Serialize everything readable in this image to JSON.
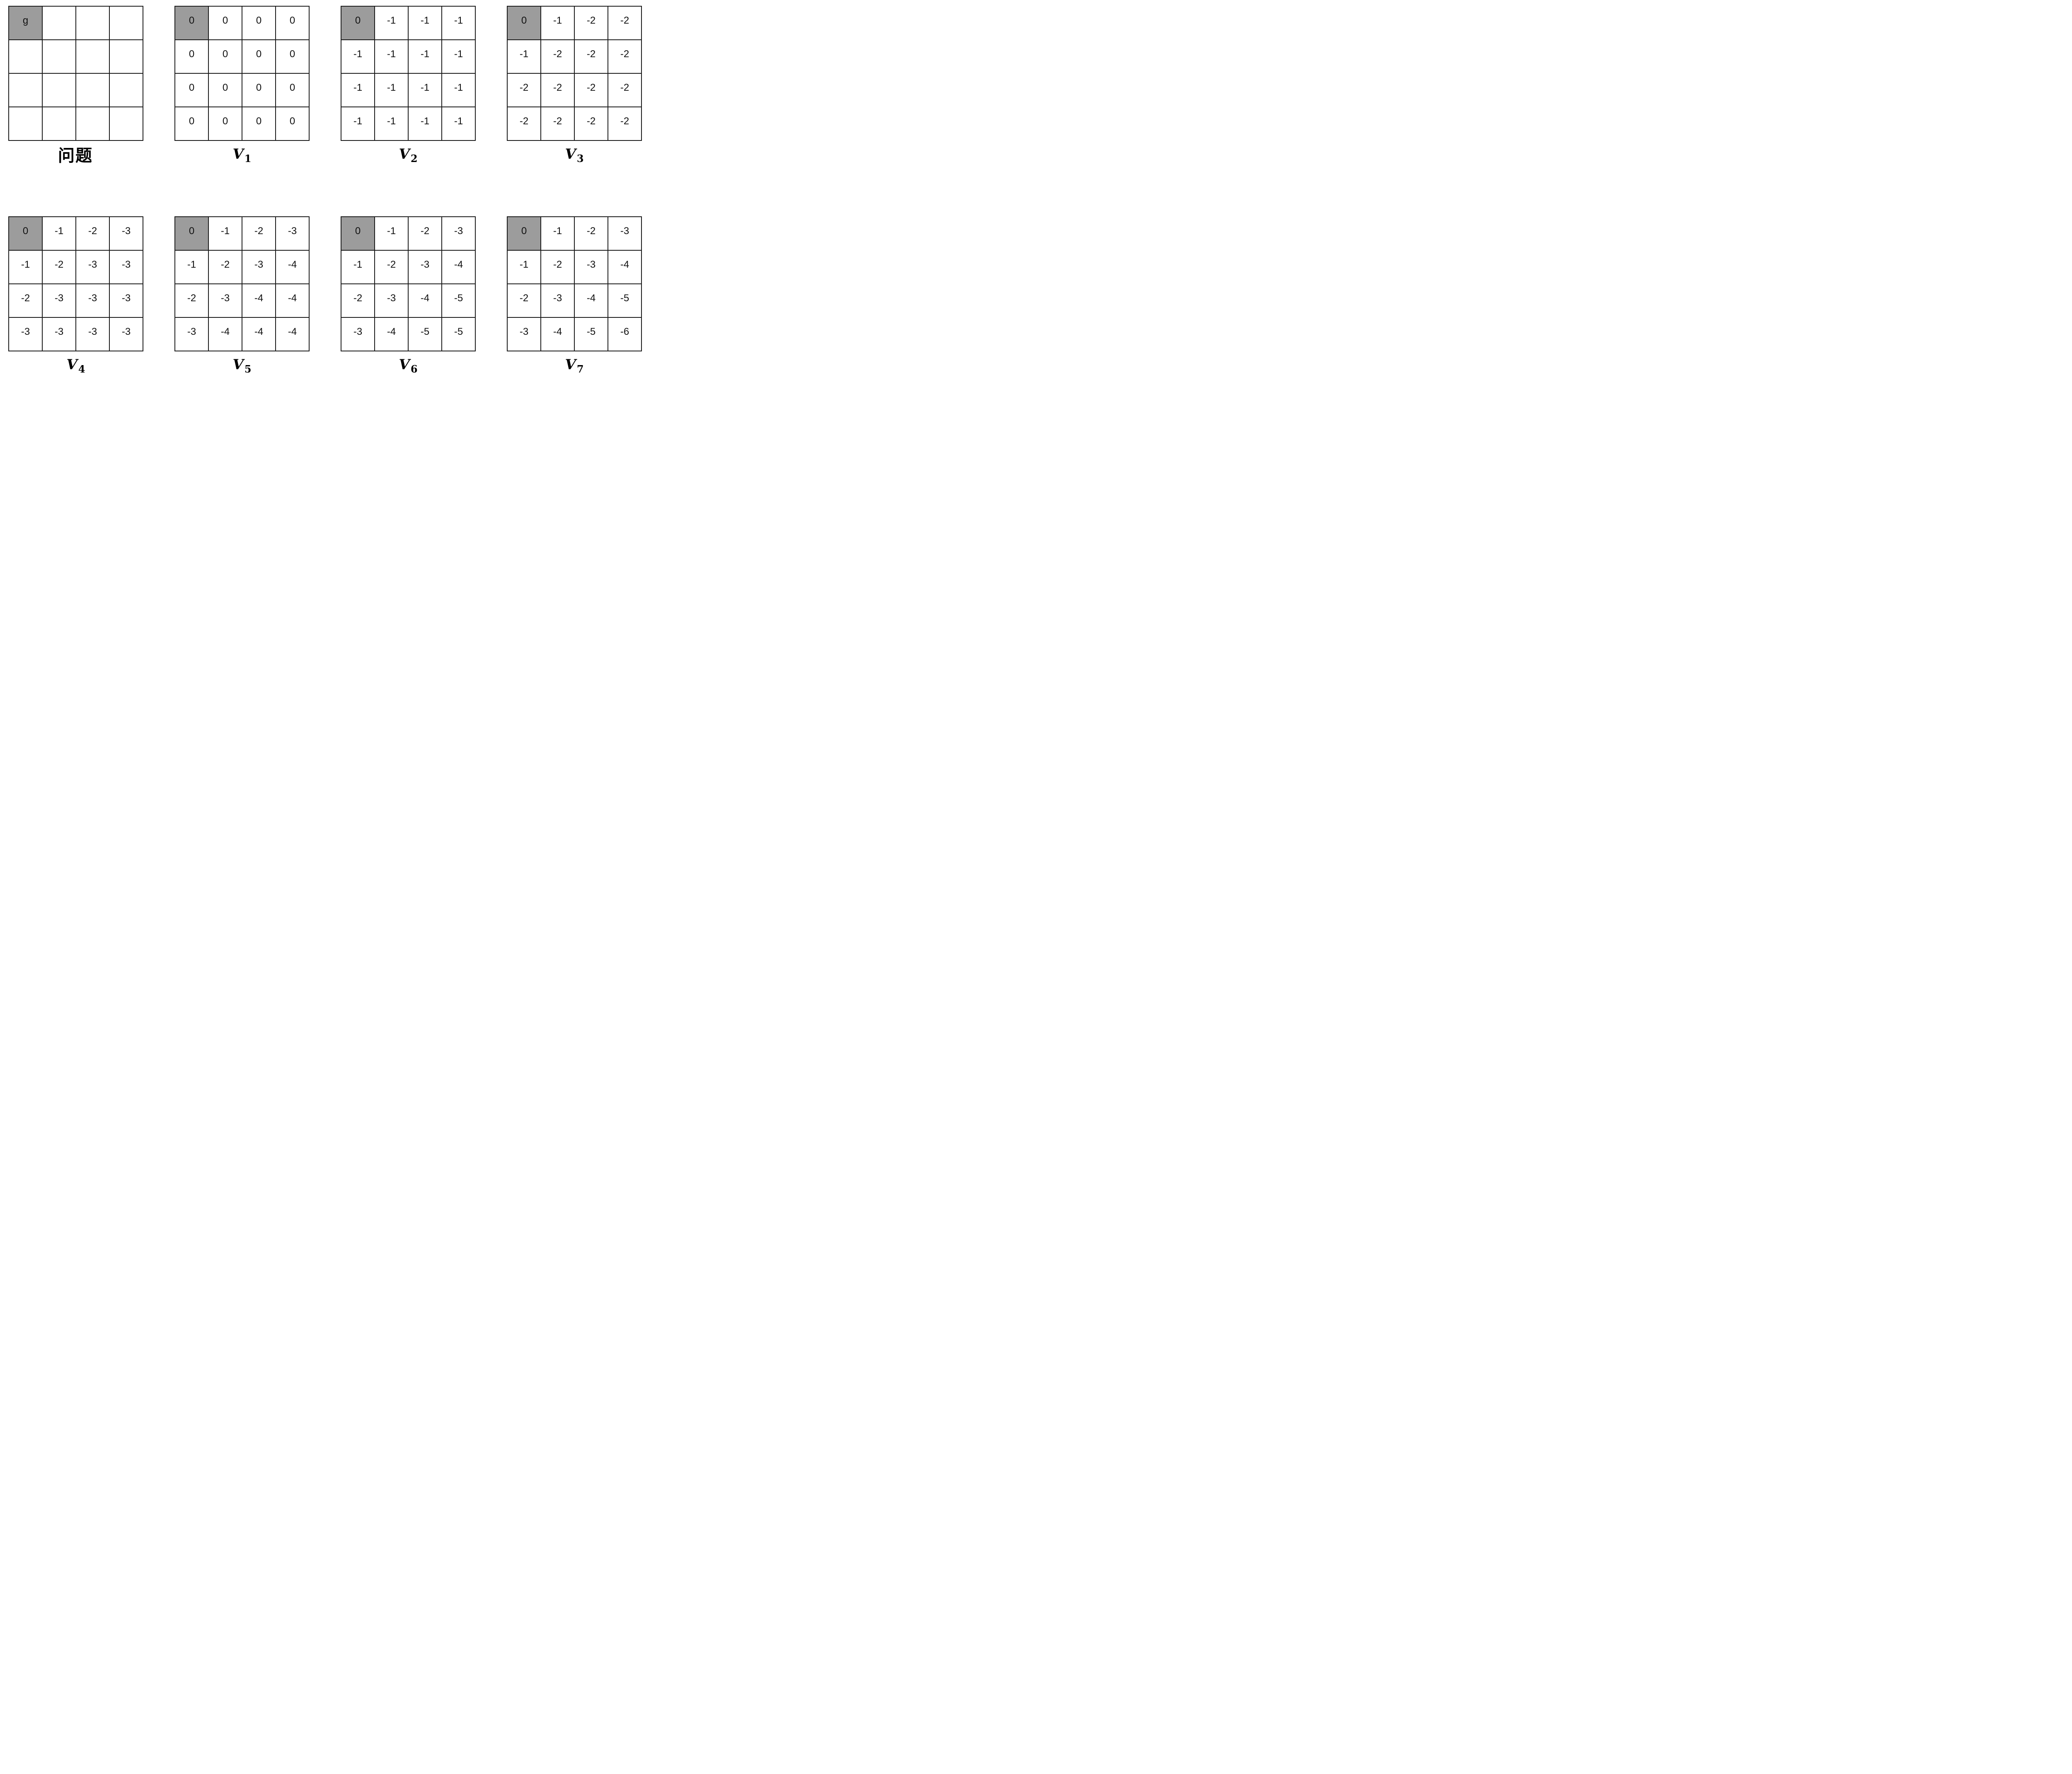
{
  "colors": {
    "background": "#ffffff",
    "grid_border": "#1a1a1a",
    "cell_bg": "#ffffff",
    "goal_cell_bg": "#9c9c9c",
    "cell_text": "#111111"
  },
  "goal_cell": {
    "row": 0,
    "col": 0
  },
  "grids": [
    {
      "label": {
        "base": "问题",
        "sub": ""
      },
      "cells": [
        [
          "g",
          "",
          "",
          ""
        ],
        [
          "",
          "",
          "",
          ""
        ],
        [
          "",
          "",
          "",
          ""
        ],
        [
          "",
          "",
          "",
          ""
        ]
      ]
    },
    {
      "label": {
        "base": "V",
        "sub": "1"
      },
      "cells": [
        [
          "0",
          "0",
          "0",
          "0"
        ],
        [
          "0",
          "0",
          "0",
          "0"
        ],
        [
          "0",
          "0",
          "0",
          "0"
        ],
        [
          "0",
          "0",
          "0",
          "0"
        ]
      ]
    },
    {
      "label": {
        "base": "V",
        "sub": "2"
      },
      "cells": [
        [
          "0",
          "-1",
          "-1",
          "-1"
        ],
        [
          "-1",
          "-1",
          "-1",
          "-1"
        ],
        [
          "-1",
          "-1",
          "-1",
          "-1"
        ],
        [
          "-1",
          "-1",
          "-1",
          "-1"
        ]
      ]
    },
    {
      "label": {
        "base": "V",
        "sub": "3"
      },
      "cells": [
        [
          "0",
          "-1",
          "-2",
          "-2"
        ],
        [
          "-1",
          "-2",
          "-2",
          "-2"
        ],
        [
          "-2",
          "-2",
          "-2",
          "-2"
        ],
        [
          "-2",
          "-2",
          "-2",
          "-2"
        ]
      ]
    },
    {
      "label": {
        "base": "V",
        "sub": "4"
      },
      "cells": [
        [
          "0",
          "-1",
          "-2",
          "-3"
        ],
        [
          "-1",
          "-2",
          "-3",
          "-3"
        ],
        [
          "-2",
          "-3",
          "-3",
          "-3"
        ],
        [
          "-3",
          "-3",
          "-3",
          "-3"
        ]
      ]
    },
    {
      "label": {
        "base": "V",
        "sub": "5"
      },
      "cells": [
        [
          "0",
          "-1",
          "-2",
          "-3"
        ],
        [
          "-1",
          "-2",
          "-3",
          "-4"
        ],
        [
          "-2",
          "-3",
          "-4",
          "-4"
        ],
        [
          "-3",
          "-4",
          "-4",
          "-4"
        ]
      ]
    },
    {
      "label": {
        "base": "V",
        "sub": "6"
      },
      "cells": [
        [
          "0",
          "-1",
          "-2",
          "-3"
        ],
        [
          "-1",
          "-2",
          "-3",
          "-4"
        ],
        [
          "-2",
          "-3",
          "-4",
          "-5"
        ],
        [
          "-3",
          "-4",
          "-5",
          "-5"
        ]
      ]
    },
    {
      "label": {
        "base": "V",
        "sub": "7"
      },
      "cells": [
        [
          "0",
          "-1",
          "-2",
          "-3"
        ],
        [
          "-1",
          "-2",
          "-3",
          "-4"
        ],
        [
          "-2",
          "-3",
          "-4",
          "-5"
        ],
        [
          "-3",
          "-4",
          "-5",
          "-6"
        ]
      ]
    }
  ]
}
